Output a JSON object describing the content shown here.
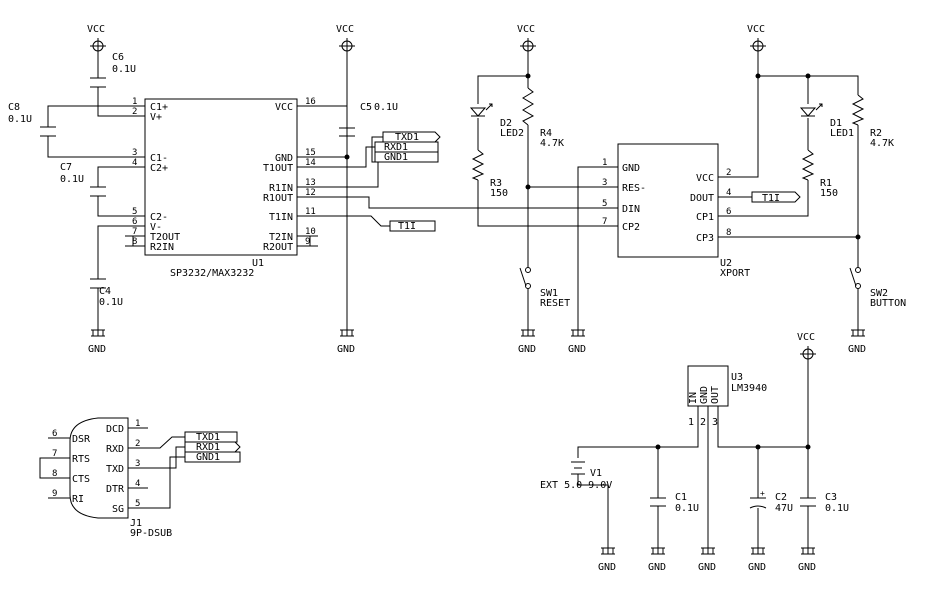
{
  "labels": {
    "vcc": "VCC",
    "gnd": "GND",
    "txd1": "TXD1",
    "rxd1": "RXD1",
    "gnd1": "GND1",
    "t1i": "T1I"
  },
  "u1": {
    "ref": "U1",
    "value": "SP3232/MAX3232",
    "left_pins": [
      {
        "num": "1",
        "name": "C1+"
      },
      {
        "num": "2",
        "name": "V+"
      },
      {
        "num": "3",
        "name": "C1-"
      },
      {
        "num": "4",
        "name": "C2+"
      },
      {
        "num": "5",
        "name": "C2-"
      },
      {
        "num": "6",
        "name": "V-"
      },
      {
        "num": "7",
        "name": "T2OUT"
      },
      {
        "num": "8",
        "name": "R2IN"
      }
    ],
    "right_pins": [
      {
        "num": "16",
        "name": "VCC"
      },
      {
        "num": "15",
        "name": "GND"
      },
      {
        "num": "14",
        "name": "T1OUT"
      },
      {
        "num": "13",
        "name": "R1IN"
      },
      {
        "num": "12",
        "name": "R1OUT"
      },
      {
        "num": "11",
        "name": "T1IN"
      },
      {
        "num": "10",
        "name": "T2IN"
      },
      {
        "num": "9",
        "name": "R2OUT"
      }
    ]
  },
  "u2": {
    "ref": "U2",
    "value": "XPORT",
    "left_pins": [
      {
        "num": "1",
        "name": "GND"
      },
      {
        "num": "3",
        "name": "RES-"
      },
      {
        "num": "5",
        "name": "DIN"
      },
      {
        "num": "7",
        "name": "CP2"
      }
    ],
    "right_pins": [
      {
        "num": "2",
        "name": "VCC"
      },
      {
        "num": "4",
        "name": "DOUT"
      },
      {
        "num": "6",
        "name": "CP1"
      },
      {
        "num": "8",
        "name": "CP3"
      }
    ]
  },
  "u3": {
    "ref": "U3",
    "value": "LM3940",
    "pins": {
      "in": "IN",
      "gnd": "GND",
      "out": "OUT"
    },
    "pin_nums": {
      "in": "1",
      "gnd": "2",
      "out": "3"
    }
  },
  "j1": {
    "ref": "J1",
    "value": "9P-DSUB",
    "pins": [
      {
        "num": "1",
        "name": "DCD"
      },
      {
        "num": "2",
        "name": "RXD"
      },
      {
        "num": "3",
        "name": "TXD"
      },
      {
        "num": "4",
        "name": "DTR"
      },
      {
        "num": "5",
        "name": "SG"
      },
      {
        "num": "6",
        "name": "DSR"
      },
      {
        "num": "7",
        "name": "RTS"
      },
      {
        "num": "8",
        "name": "CTS"
      },
      {
        "num": "9",
        "name": "RI"
      }
    ]
  },
  "capacitors": {
    "c1": {
      "ref": "C1",
      "value": "0.1U"
    },
    "c2": {
      "ref": "C2",
      "value": "47U"
    },
    "c3": {
      "ref": "C3",
      "value": "0.1U"
    },
    "c4": {
      "ref": "C4",
      "value": "0.1U"
    },
    "c5": {
      "ref": "C5",
      "value": "0.1U"
    },
    "c6": {
      "ref": "C6",
      "value": "0.1U"
    },
    "c7": {
      "ref": "C7",
      "value": "0.1U"
    },
    "c8": {
      "ref": "C8",
      "value": "0.1U"
    }
  },
  "resistors": {
    "r1": {
      "ref": "R1",
      "value": "150"
    },
    "r2": {
      "ref": "R2",
      "value": "4.7K"
    },
    "r3": {
      "ref": "R3",
      "value": "150"
    },
    "r4": {
      "ref": "R4",
      "value": "4.7K"
    }
  },
  "leds": {
    "d1": {
      "ref": "D1",
      "value": "LED1"
    },
    "d2": {
      "ref": "D2",
      "value": "LED2"
    }
  },
  "switches": {
    "sw1": {
      "ref": "SW1",
      "value": "RESET"
    },
    "sw2": {
      "ref": "SW2",
      "value": "BUTTON"
    }
  },
  "source": {
    "ref": "V1",
    "value": "EXT 5.0-9.0V"
  }
}
